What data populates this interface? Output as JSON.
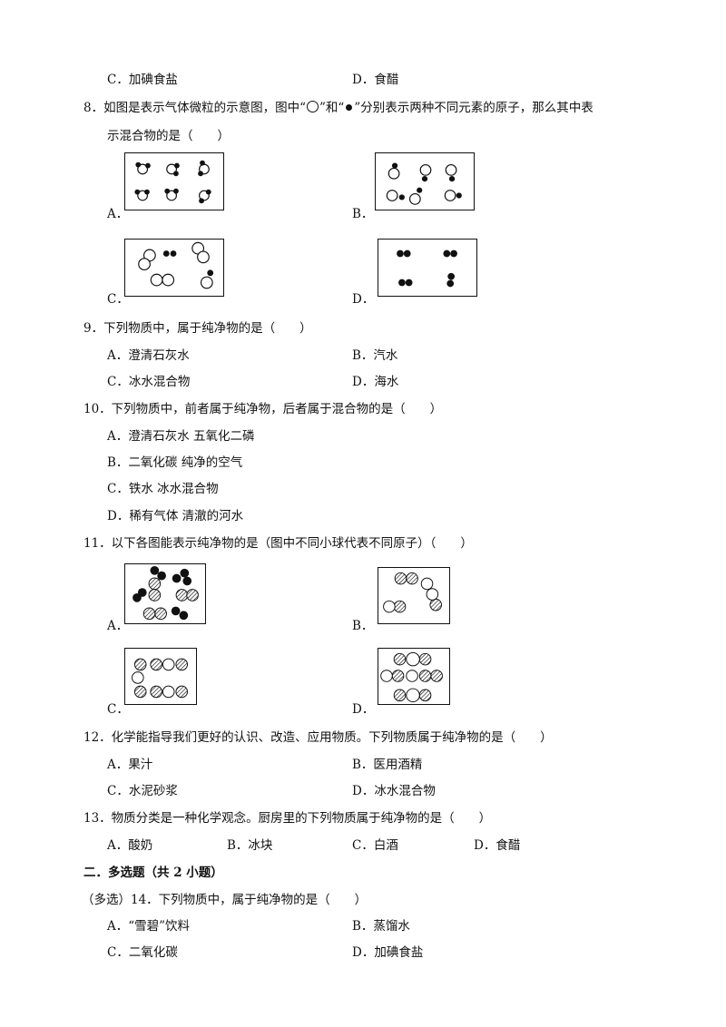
{
  "q7": {
    "optC": "C．加碘食盐",
    "optD": "D．食醋"
  },
  "q8": {
    "stem_pre": "8．如图是表示气体微粒的示意图，图中“",
    "stem_mid": "”和“",
    "stem_post": "”分别表示两种不同元素的原子，那么其中表",
    "stem_line2": "示混合物的是（　　）",
    "labels": [
      "A．",
      "B．",
      "C．",
      "D．"
    ],
    "legend_icons": [
      "white-atom-icon",
      "black-atom-icon"
    ]
  },
  "q9": {
    "stem": "9．下列物质中，属于纯净物的是（　　）",
    "optA": "A．澄清石灰水",
    "optB": "B．汽水",
    "optC": "C．冰水混合物",
    "optD": "D．海水"
  },
  "q10": {
    "stem": "10．下列物质中，前者属于纯净物，后者属于混合物的是（　　）",
    "optA": "A．澄清石灰水  五氧化二磷",
    "optB": "B．二氧化碳  纯净的空气",
    "optC": "C．铁水  冰水混合物",
    "optD": "D．稀有气体  清澈的河水"
  },
  "q11": {
    "stem": "11．以下各图能表示纯净物的是（图中不同小球代表不同原子）（　　）",
    "labels": [
      "A．",
      "B．",
      "C．",
      "D．"
    ]
  },
  "q12": {
    "stem": "12．化学能指导我们更好的认识、改造、应用物质。下列物质属于纯净物的是（　　）",
    "optA": "A．果汁",
    "optB": "B．医用酒精",
    "optC": "C．水泥砂浆",
    "optD": "D．冰水混合物"
  },
  "q13": {
    "stem": "13．物质分类是一种化学观念。厨房里的下列物质属于纯净物的是（　　）",
    "optA": "A．酸奶",
    "optB": "B．冰块",
    "optC": "C．白酒",
    "optD": "D．食醋"
  },
  "section2": {
    "title": "二．多选题（共 2 小题）"
  },
  "q14": {
    "stem": "（多选）14．下列物质中，属于纯净物的是（　　）",
    "optA": "A．“雪碧”饮料",
    "optB": "B．蒸馏水",
    "optC": "C．二氧化碳",
    "optD": "D．加碘食盐"
  }
}
